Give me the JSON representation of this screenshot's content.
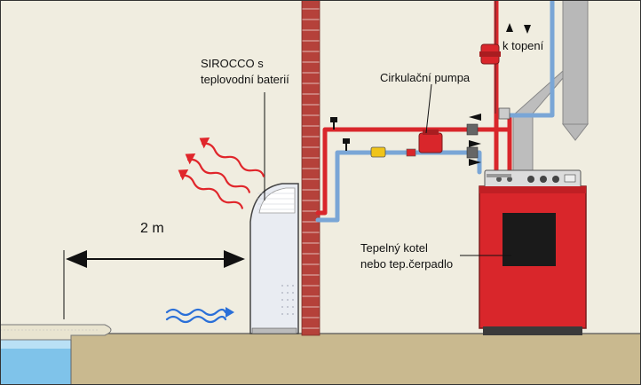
{
  "labels": {
    "sirocco_line1": "SIROCCO s",
    "sirocco_line2": "teplovodní baterií",
    "pump": "Cirkulační pumpa",
    "heating": "k topení",
    "boiler_line1": "Tepelný kotel",
    "boiler_line2": "nebo tep.čerpadlo",
    "distance": "2 m"
  },
  "colors": {
    "wall": "#f0ede0",
    "floor": "#c9b98f",
    "brick": "#b5413a",
    "boiler": "#d9262b",
    "hot_pipe": "#d9262b",
    "cold_pipe": "#7aa6d6",
    "chimney": "#b8b8b8",
    "heat_waves": "#e0262b",
    "cool_waves": "#2a6fd8"
  },
  "icons": {
    "heat": "heat-waves-icon",
    "air": "airflow-waves-icon",
    "dimension": "dimension-arrow-icon"
  }
}
